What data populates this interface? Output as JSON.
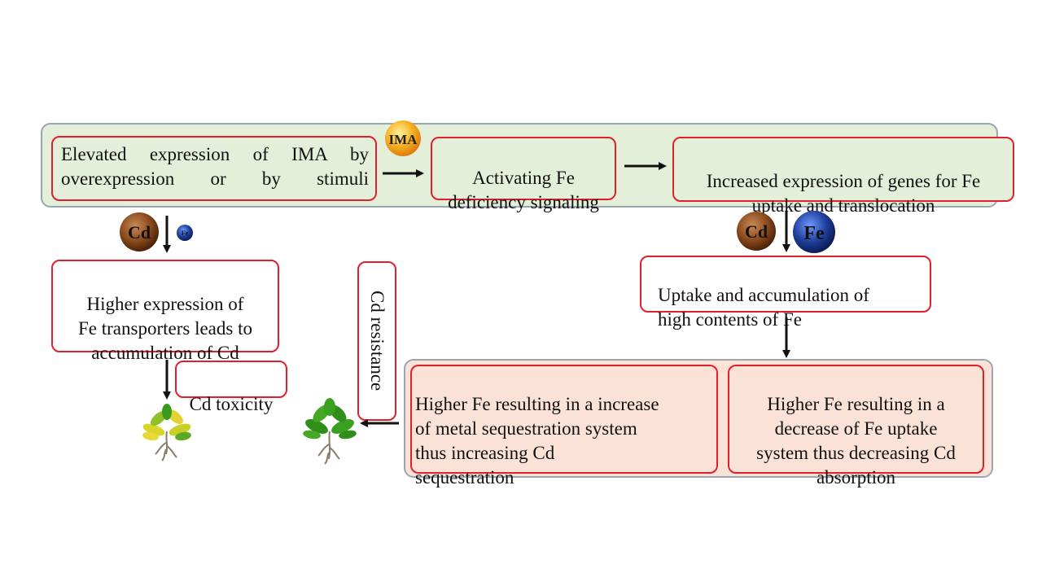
{
  "nodes": {
    "elevated_ima": "Elevated expression of IMA by overexpression or by stimuli",
    "activating_fe": "Activating Fe\ndeficiency signaling",
    "increased_expression": "Increased expression of genes for Fe\nuptake and translocation",
    "higher_expression_fe_transporters": "Higher expression of\nFe transporters leads to\naccumulation of Cd",
    "cd_toxicity": "Cd toxicity",
    "cd_resistance": "Cd resistance",
    "uptake_accumulation": "Uptake and accumulation of\nhigh contents of Fe",
    "higher_fe_increase": "Higher Fe resulting in a increase\nof metal sequestration system\nthus increasing Cd\nsequestration",
    "higher_fe_decrease": "Higher Fe resulting in a\ndecrease of Fe uptake\nsystem thus decreasing Cd\nabsorption"
  },
  "badges": {
    "ima": "IMA",
    "cd_left": "Cd",
    "fe_small": "Fe",
    "cd_right": "Cd",
    "fe_right": "Fe"
  },
  "colors": {
    "box_border": "#e0202c",
    "green_panel": "#e3efd9",
    "pink_panel": "#fbe2d6",
    "cd_ball": "#8a4a1c",
    "fe_ball": "#1f3f9a",
    "ima_ball": "#f3a51c"
  },
  "icons": [
    "yellowing-plant-icon",
    "healthy-plant-icon"
  ]
}
